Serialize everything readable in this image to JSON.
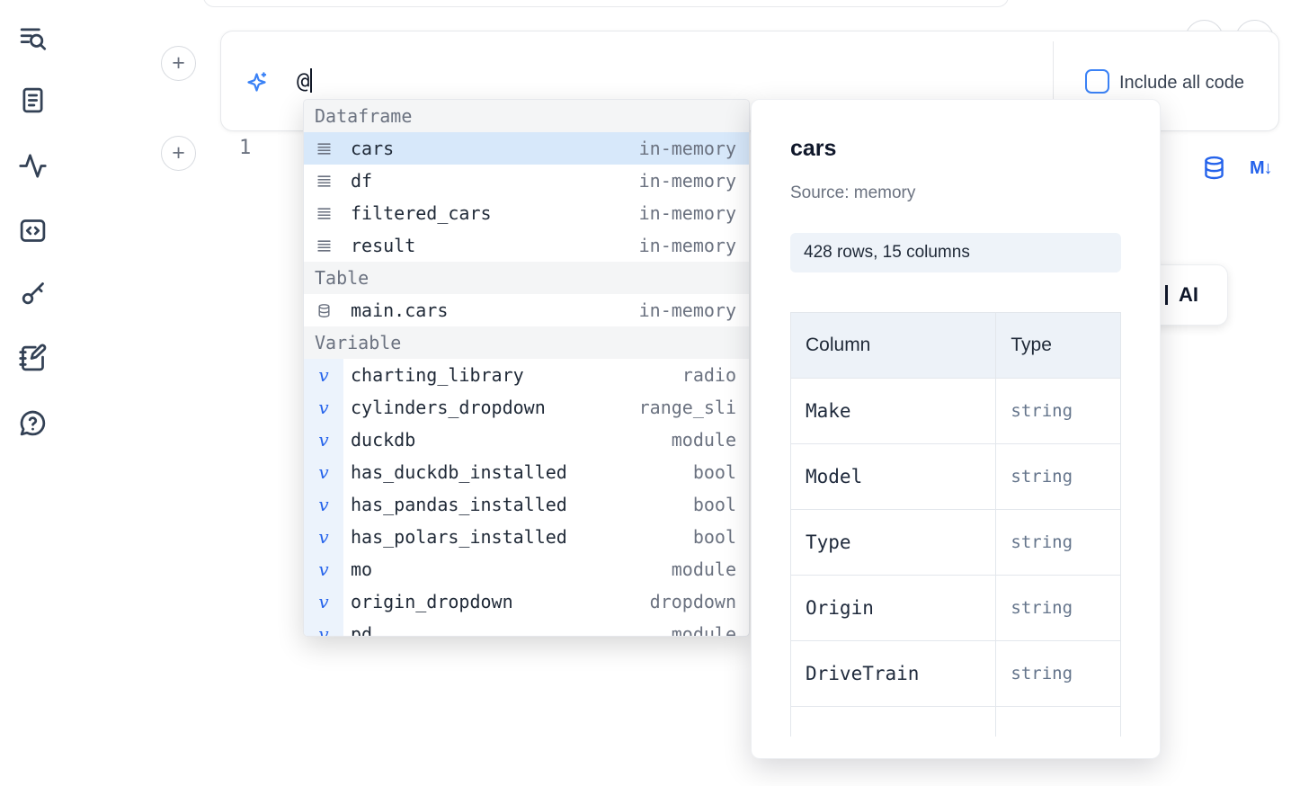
{
  "sidebar": {
    "items": [
      {
        "icon": "search-list-icon"
      },
      {
        "icon": "file-icon"
      },
      {
        "icon": "activity-icon"
      },
      {
        "icon": "code-square-icon"
      },
      {
        "icon": "key-icon"
      },
      {
        "icon": "notebook-pen-icon"
      },
      {
        "icon": "help-chat-icon"
      }
    ]
  },
  "controls": {
    "add_cell_label": "+"
  },
  "prompt": {
    "text": "@",
    "include_checkbox_label": "Include all code"
  },
  "code_cell": {
    "line_number": "1",
    "markdown_icon_label": "M↓"
  },
  "ai_button": {
    "label": "AI"
  },
  "autocomplete": {
    "sections": [
      {
        "header": "Dataframe",
        "items": [
          {
            "name": "cars",
            "type": "in-memory"
          },
          {
            "name": "df",
            "type": "in-memory"
          },
          {
            "name": "filtered_cars",
            "type": "in-memory"
          },
          {
            "name": "result",
            "type": "in-memory"
          }
        ]
      },
      {
        "header": "Table",
        "items": [
          {
            "name": "main.cars",
            "type": "in-memory"
          }
        ]
      },
      {
        "header": "Variable",
        "items": [
          {
            "name": "charting_library",
            "type": "radio"
          },
          {
            "name": "cylinders_dropdown",
            "type": "range_sli"
          },
          {
            "name": "duckdb",
            "type": "module"
          },
          {
            "name": "has_duckdb_installed",
            "type": "bool"
          },
          {
            "name": "has_pandas_installed",
            "type": "bool"
          },
          {
            "name": "has_polars_installed",
            "type": "bool"
          },
          {
            "name": "mo",
            "type": "module"
          },
          {
            "name": "origin_dropdown",
            "type": "dropdown"
          },
          {
            "name": "pd",
            "type": "module"
          }
        ]
      }
    ]
  },
  "popup": {
    "title": "cars",
    "source": "Source: memory",
    "shape_badge": "428 rows, 15 columns",
    "table": {
      "headers": [
        "Column",
        "Type"
      ],
      "rows": [
        {
          "column": "Make",
          "type": "string"
        },
        {
          "column": "Model",
          "type": "string"
        },
        {
          "column": "Type",
          "type": "string"
        },
        {
          "column": "Origin",
          "type": "string"
        },
        {
          "column": "DriveTrain",
          "type": "string"
        },
        {
          "column": "",
          "type": ""
        }
      ]
    }
  },
  "colors": {
    "accent_blue": "#2563eb",
    "checkbox_blue": "#3b82f6",
    "selected_row_bg": "#d7e8fa",
    "section_header_bg": "#f4f5f6",
    "badge_bg": "#eef3f9"
  }
}
